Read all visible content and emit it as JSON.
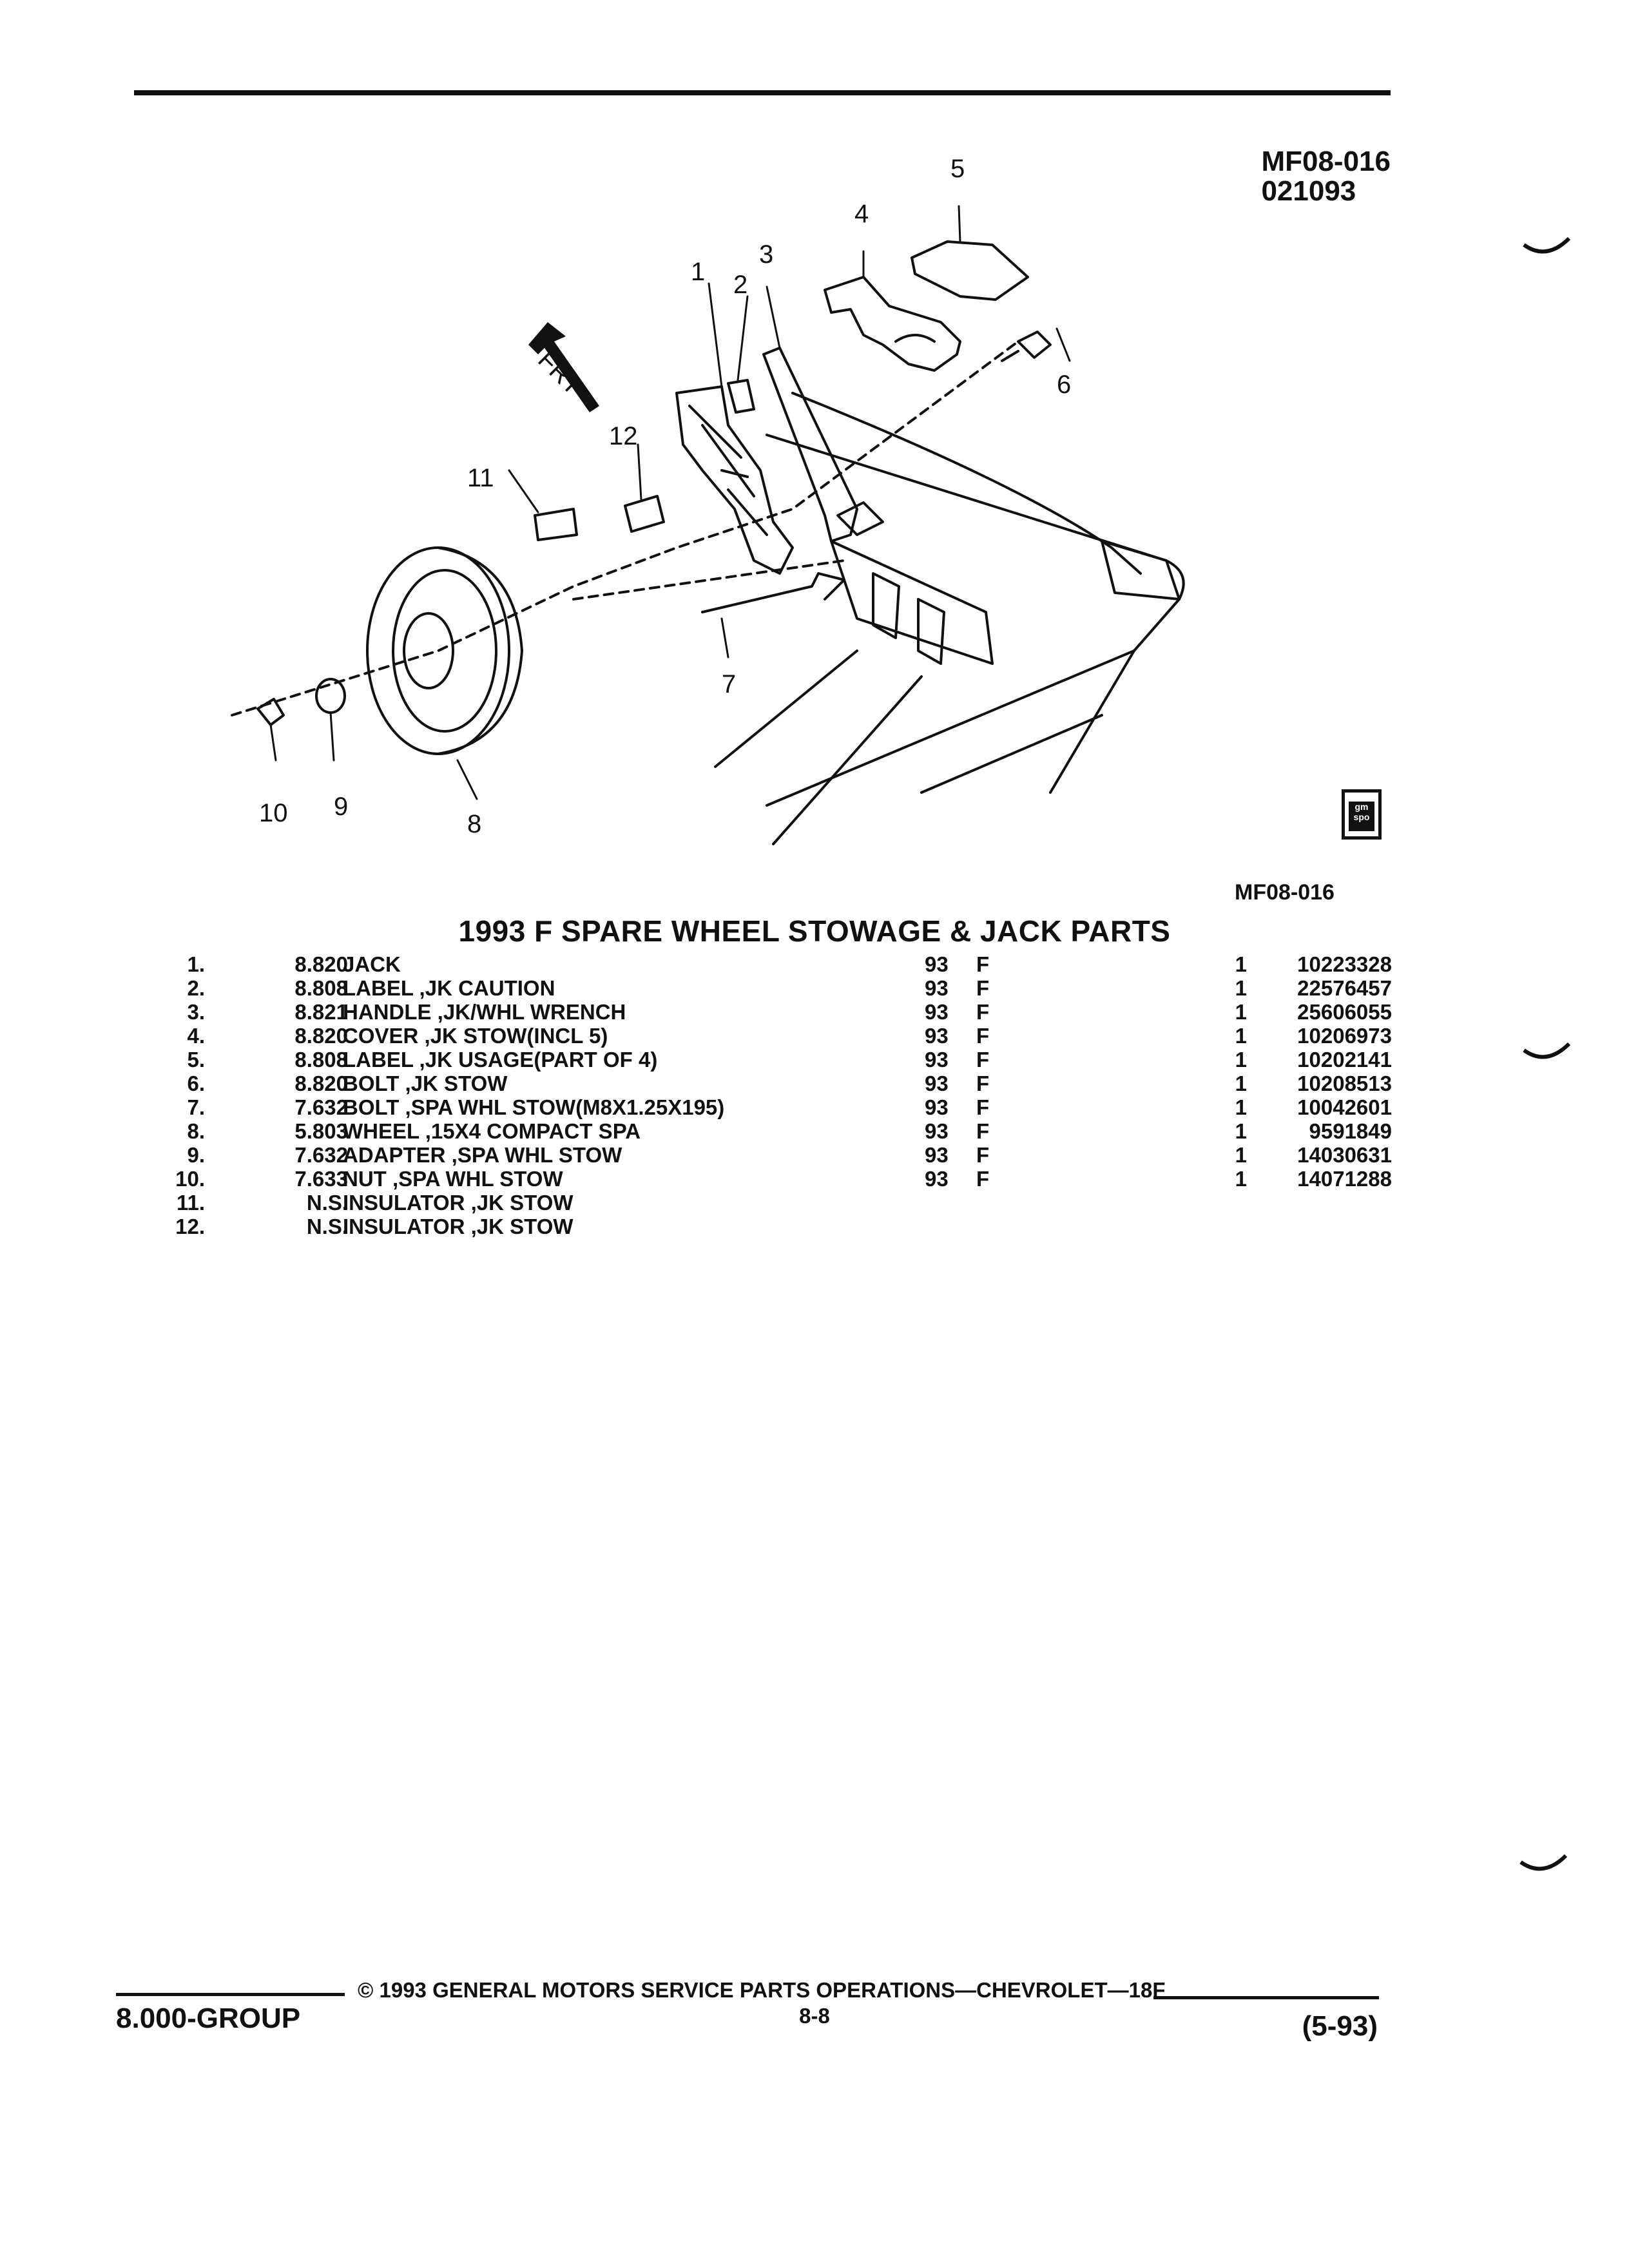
{
  "header": {
    "ref_code_1": "MF08-016",
    "ref_code_2": "021093"
  },
  "diagram": {
    "figure_code": "MF08-016",
    "front_label": "FRT",
    "callouts": [
      "1",
      "2",
      "3",
      "4",
      "5",
      "6",
      "7",
      "8",
      "9",
      "10",
      "11",
      "12"
    ],
    "badge_text": "gm spo"
  },
  "title": "1993 F SPARE WHEEL STOWAGE & JACK PARTS",
  "parts": [
    {
      "num": "1.",
      "group": "8.820",
      "desc": "JACK",
      "year": "93",
      "series": "F",
      "qty": "1",
      "part_no": "10223328"
    },
    {
      "num": "2.",
      "group": "8.808",
      "desc": "LABEL ,JK CAUTION",
      "year": "93",
      "series": "F",
      "qty": "1",
      "part_no": "22576457"
    },
    {
      "num": "3.",
      "group": "8.821",
      "desc": "HANDLE ,JK/WHL WRENCH",
      "year": "93",
      "series": "F",
      "qty": "1",
      "part_no": "25606055"
    },
    {
      "num": "4.",
      "group": "8.820",
      "desc": "COVER ,JK STOW(INCL 5)",
      "year": "93",
      "series": "F",
      "qty": "1",
      "part_no": "10206973"
    },
    {
      "num": "5.",
      "group": "8.808",
      "desc": "LABEL ,JK USAGE(PART OF 4)",
      "year": "93",
      "series": "F",
      "qty": "1",
      "part_no": "10202141"
    },
    {
      "num": "6.",
      "group": "8.820",
      "desc": "BOLT ,JK STOW",
      "year": "93",
      "series": "F",
      "qty": "1",
      "part_no": "10208513"
    },
    {
      "num": "7.",
      "group": "7.632",
      "desc": "BOLT ,SPA WHL STOW(M8X1.25X195)",
      "year": "93",
      "series": "F",
      "qty": "1",
      "part_no": "10042601"
    },
    {
      "num": "8.",
      "group": "5.803",
      "desc": "WHEEL ,15X4 COMPACT SPA",
      "year": "93",
      "series": "F",
      "qty": "1",
      "part_no": "9591849"
    },
    {
      "num": "9.",
      "group": "7.632",
      "desc": "ADAPTER ,SPA WHL STOW",
      "year": "93",
      "series": "F",
      "qty": "1",
      "part_no": "14030631"
    },
    {
      "num": "10.",
      "group": "7.633",
      "desc": "NUT ,SPA WHL STOW",
      "year": "93",
      "series": "F",
      "qty": "1",
      "part_no": "14071288"
    },
    {
      "num": "11.",
      "group": "N.S.",
      "desc": "INSULATOR ,JK STOW",
      "year": "",
      "series": "",
      "qty": "",
      "part_no": ""
    },
    {
      "num": "12.",
      "group": "N.S.",
      "desc": "INSULATOR ,JK STOW",
      "year": "",
      "series": "",
      "qty": "",
      "part_no": ""
    }
  ],
  "footer": {
    "copyright": "© 1993 GENERAL MOTORS SERVICE PARTS OPERATIONS—CHEVROLET—18F",
    "page": "8-8",
    "group": "8.000-GROUP",
    "revision": "(5-93)"
  }
}
